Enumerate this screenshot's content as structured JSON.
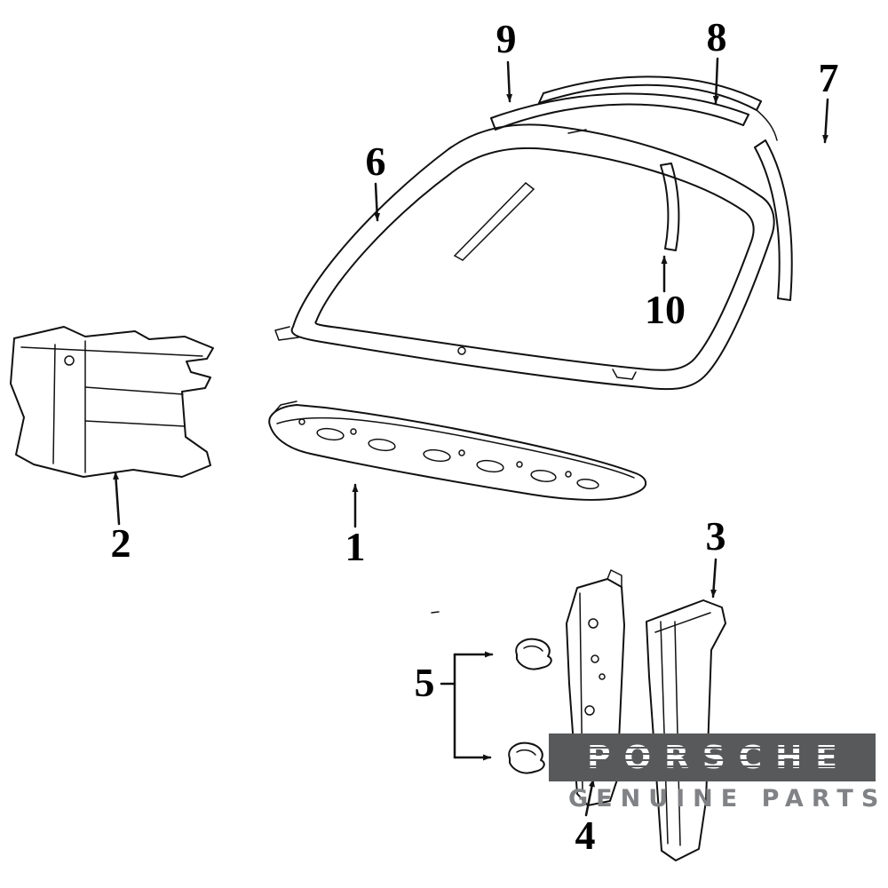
{
  "diagram": {
    "background": "#ffffff",
    "line_color": "#111111"
  },
  "callouts": [
    {
      "label": "1"
    },
    {
      "label": "2"
    },
    {
      "label": "3"
    },
    {
      "label": "4"
    },
    {
      "label": "5"
    },
    {
      "label": "6"
    },
    {
      "label": "7"
    },
    {
      "label": "8"
    },
    {
      "label": "9"
    },
    {
      "label": "10"
    }
  ],
  "brand": {
    "name": "PORSCHE",
    "subtitle": "GENUINE PARTS",
    "banner_color": "#58595b",
    "subtitle_color": "#808285"
  }
}
